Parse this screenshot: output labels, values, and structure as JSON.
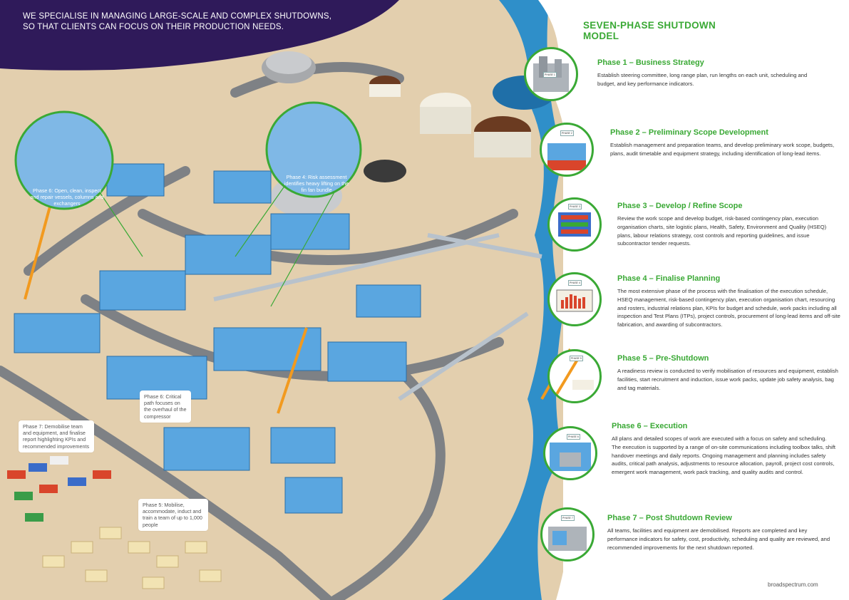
{
  "banner": {
    "text": "WE SPECIALISE IN MANAGING LARGE-SCALE AND COMPLEX SHUTDOWNS, SO THAT CLIENTS CAN FOCUS ON THEIR PRODUCTION NEEDS.",
    "color": "#2f1a5a"
  },
  "model": {
    "title": "SEVEN-PHASE SHUTDOWN MODEL",
    "accent": "#3aa935"
  },
  "phases": [
    {
      "title": "Phase 1 – Business Strategy",
      "text": "Establish steering committee, long range plan, run lengths on each unit, scheduling and budget, and key performance indicators.",
      "tag": "PHASE 1"
    },
    {
      "title": "Phase 2 – Preliminary Scope Development",
      "text": "Establish management and preparation teams, and develop preliminary work scope, budgets, plans, audit timetable and equipment strategy, including identification of long-lead items.",
      "tag": "PHASE 2"
    },
    {
      "title": "Phase 3 – Develop / Refine Scope",
      "text": "Review the work scope and develop budget, risk-based contingency plan, execution organisation charts, site logistic plans, Health, Safety, Environment and Quality (HSEQ) plans, labour relations strategy, cost controls and reporting guidelines, and issue subcontractor tender requests.",
      "tag": "PHASE 3"
    },
    {
      "title": "Phase 4 – Finalise Planning",
      "text": "The most extensive phase of the process with the finalisation of the execution schedule, HSEQ management, risk-based contingency plan, execution organisation chart, resourcing and rosters, industrial relations plan, KPIs for budget and schedule, work packs including all inspection and Test Plans (ITPs), project controls, procurement of long-lead items and off-site fabrication, and awarding of subcontractors.",
      "tag": "PHASE 4"
    },
    {
      "title": "Phase 5 – Pre-Shutdown",
      "text": "A readiness review is conducted to verify mobilisation of resources and equipment, establish facilities, start recruitment and induction, issue work packs, update job safety analysis, bag and tag materials.",
      "tag": "PHASE 5"
    },
    {
      "title": "Phase 6 – Execution",
      "text": "All plans and detailed scopes of work are executed with a focus on safety and scheduling. The execution is supported by a range of on-site communications including toolbox talks, shift handover meetings and daily reports. Ongoing management and planning includes safety audits, critical path analysis, adjustments to resource allocation, payroll, project cost controls, emergent work management, work pack tracking, and quality audits and control.",
      "tag": "PHASE 6"
    },
    {
      "title": "Phase 7 – Post Shutdown Review",
      "text": "All teams, facilities and equipment are demobilised. Reports are completed and key performance indicators for safety, cost, productivity, scheduling and quality are reviewed, and recommended improvements for the next shutdown reported.",
      "tag": "PHASE 7"
    }
  ],
  "callouts": {
    "phase6_inspect": "Phase 6: Open, clean, inspect and repair vessels, columns and exchangers",
    "phase4_risk": "Phase 4: Risk assessment identifies heavy lifting on the fin fan bundle",
    "phase6_critical": "Phase 6: Critical path focuses on the overhaul of the compressor",
    "phase7_demob": "Phase 7: Demobilise team and equipment, and finalise report highlighting KPIs and recommended improvements",
    "phase5_mobilise": "Phase 5: Mobilise, accommodate, induct and train a team of up to 1,000 people"
  },
  "footer": {
    "url": "broadspectrum.com"
  },
  "colors": {
    "sand": "#e3cfae",
    "road": "#7e8185",
    "steel_blue": "#3a8fd0",
    "sea": "#2f8fc9",
    "green": "#3aa935"
  }
}
